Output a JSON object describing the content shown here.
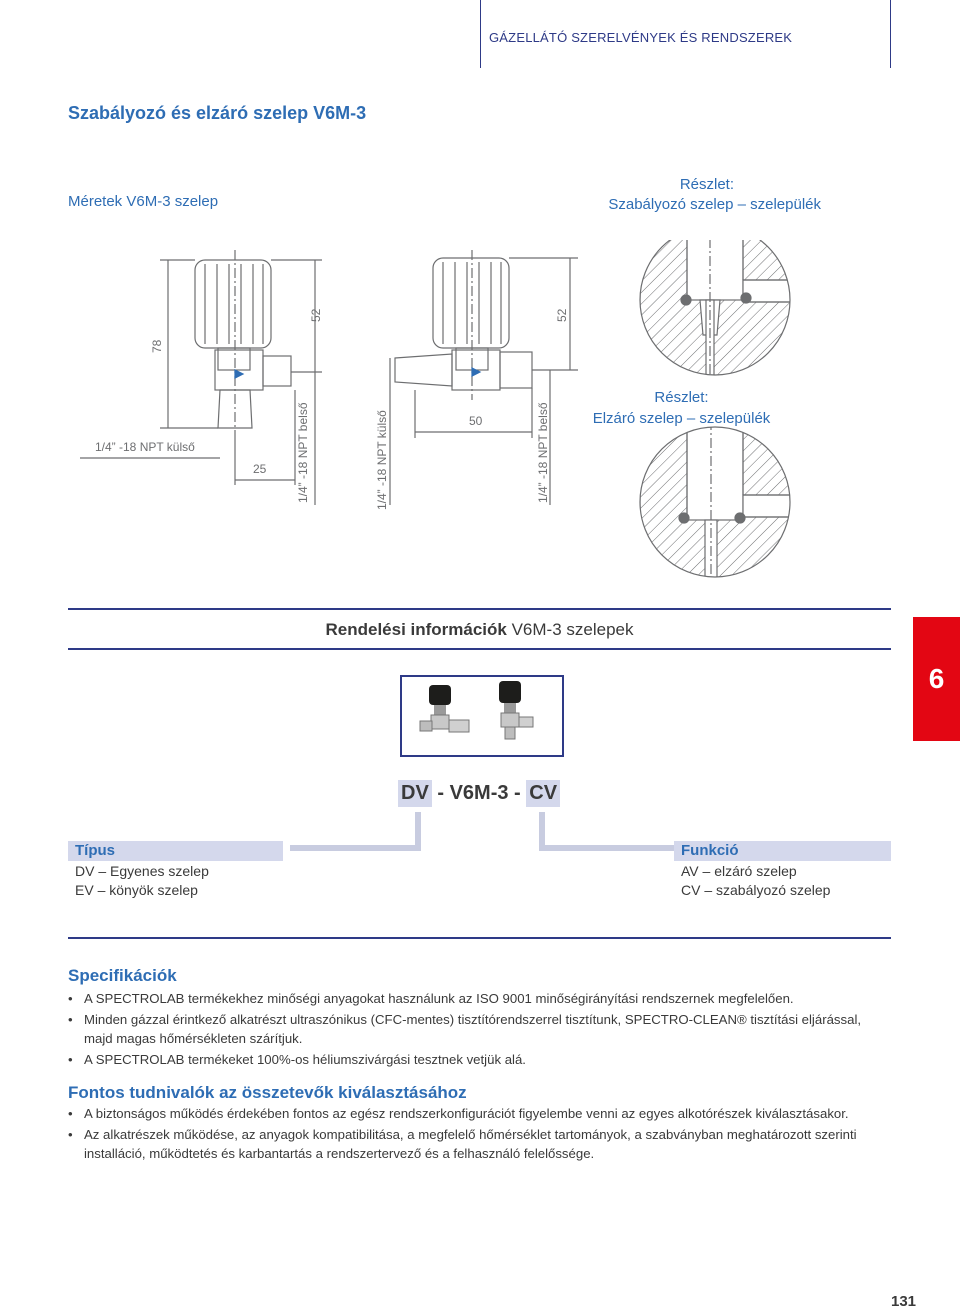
{
  "header": {
    "section": "GÁZELLÁTÓ SZERELVÉNYEK ÉS RENDSZEREK"
  },
  "title": "Szabályozó és elzáró szelep V6M-3",
  "dimensions_label": "Méretek V6M-3 szelep",
  "detail_top": {
    "line1": "Részlet:",
    "line2": "Szabályozó szelep – szelepülék"
  },
  "detail_bottom": {
    "line1": "Részlet:",
    "line2": "Elzáró szelep – szelepülék"
  },
  "drawing_labels": {
    "dim_78": "78",
    "dim_52a": "52",
    "dim_52b": "52",
    "dim_25": "25",
    "dim_50": "50",
    "npt_ext_left": "1/4” -18 NPT külső",
    "npt_int_left": "1/4” -18 NPT belső",
    "npt_ext_mid": "1/4” -18 NPT külső",
    "npt_int_right": "1/4” -18 NPT belső"
  },
  "ordering": {
    "title_bold": "Rendelési információk",
    "title_rest": " V6M-3 szelepek",
    "code": {
      "part1": "DV",
      "sep1": " - V6M-3 - ",
      "part2": "CV"
    },
    "type": {
      "heading": "Típus",
      "options": [
        "DV – Egyenes szelep",
        "EV – könyök szelep"
      ]
    },
    "function": {
      "heading": "Funkció",
      "options": [
        "AV – elzáró szelep",
        "CV – szabályozó szelep"
      ]
    }
  },
  "chapter_tab": "6",
  "specs": {
    "heading": "Specifikációk",
    "items": [
      "A SPECTROLAB termékekhez minőségi anyagokat használunk az ISO 9001 minőségirányítási rendszernek megfelelően.",
      "Minden gázzal érintkező alkatrészt ultraszónikus (CFC-mentes) tisztítórendszerrel tisztítunk, SPECTRO-CLEAN® tisztítási eljárással, majd magas hőmérsékleten szárítjuk.",
      "A SPECTROLAB termékeket 100%-os héliumszivárgási tesztnek vetjük alá."
    ]
  },
  "notes": {
    "heading": "Fontos tudnivalók az összetevők kiválasztásához",
    "items": [
      "A biztonságos működés érdekében fontos az egész rendszerkonfigurációt figyelembe venni az egyes alkotórészek kiválasztásakor.",
      "Az alkatrészek működése, az anyagok kompatibilitása, a megfelelő hőmérséklet tartományok, a szabványban meghatározott szerinti installáció, működtetés és karbantartás a rendszertervező és a felhasználó felelőssége."
    ]
  },
  "page_number": "131",
  "colors": {
    "blue": "#2e6db4",
    "navy": "#2e3a87",
    "tab_red": "#e30613",
    "highlight": "#d4d8ec"
  }
}
